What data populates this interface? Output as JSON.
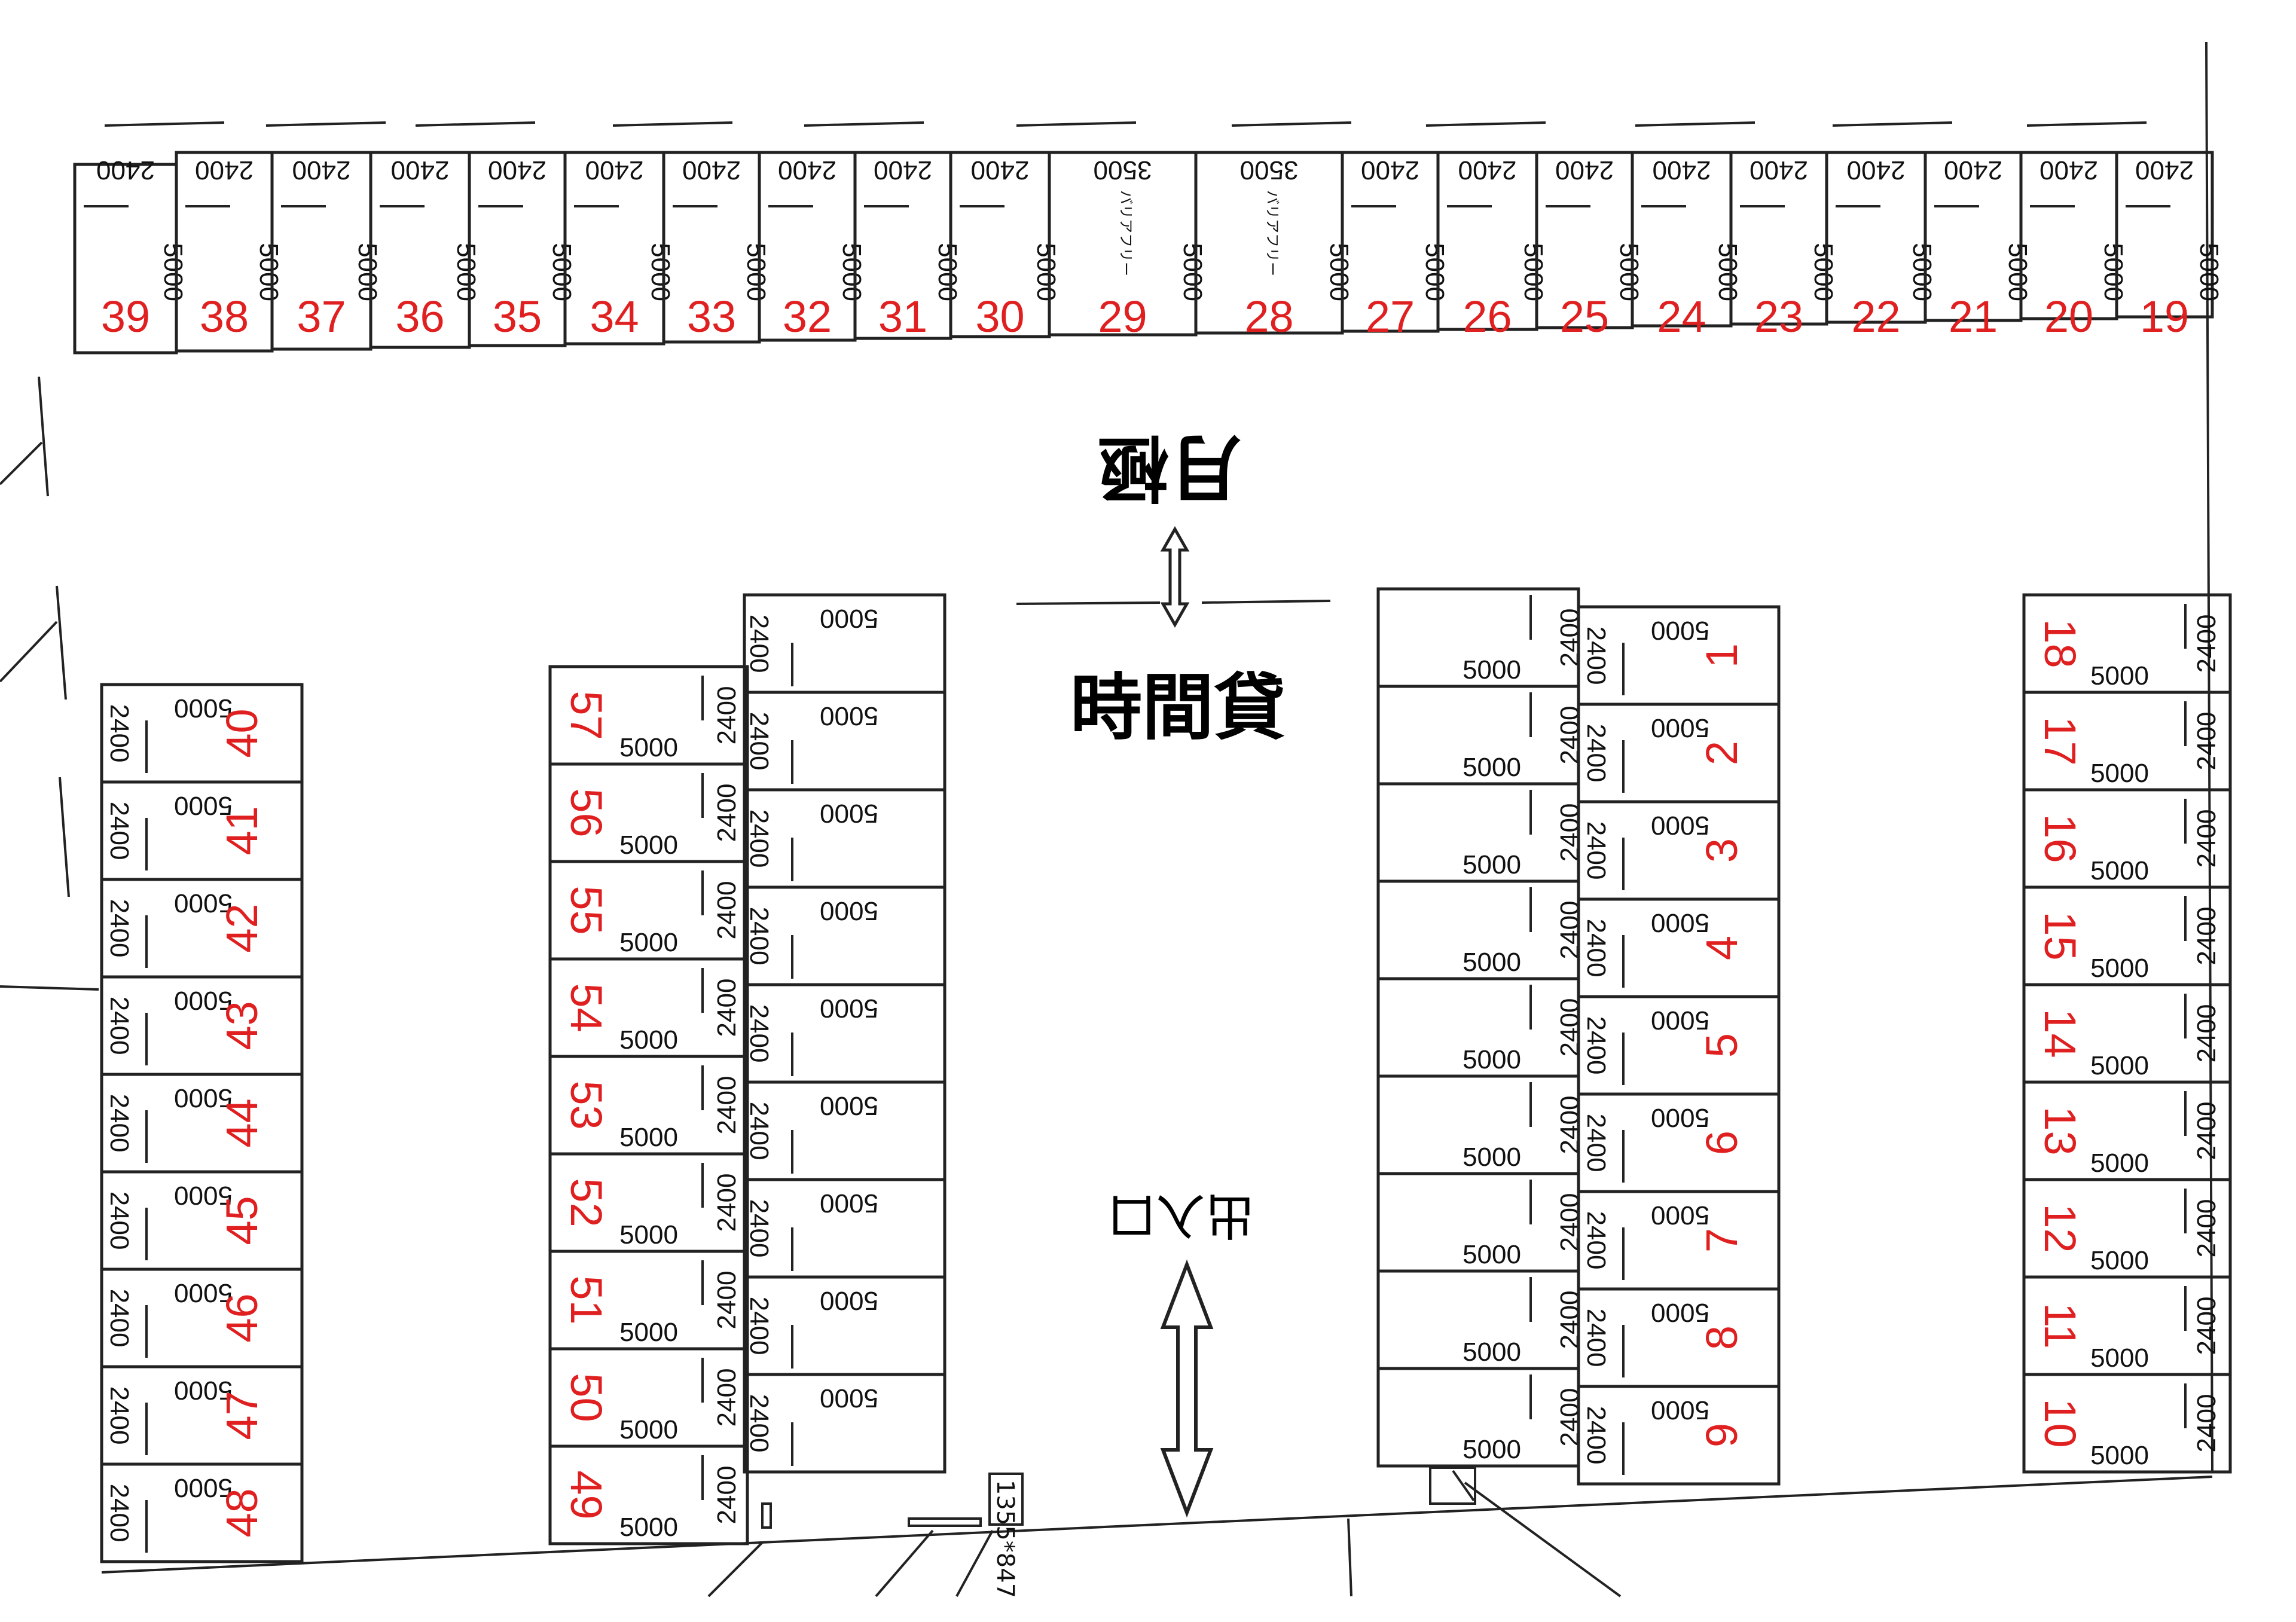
{
  "labels": {
    "monthly": "月極",
    "hourly": "時間貸",
    "entrance": "出入口",
    "barrier_free": "バリアフリー",
    "sign_size": "1355*847"
  },
  "dims": {
    "width_std": "2400",
    "width_wide": "3500",
    "depth": "5000"
  },
  "top_row": [
    "39",
    "38",
    "37",
    "36",
    "35",
    "34",
    "33",
    "32",
    "31",
    "30",
    "29",
    "28",
    "27",
    "26",
    "25",
    "24",
    "23",
    "22",
    "21",
    "20",
    "19"
  ],
  "top_row_wide": [
    "29",
    "28"
  ],
  "left_col": [
    "40",
    "41",
    "42",
    "43",
    "44",
    "45",
    "46",
    "47",
    "48"
  ],
  "center_left": [
    "57",
    "56",
    "55",
    "54",
    "53",
    "52",
    "51",
    "50",
    "49"
  ],
  "center_right": [
    "1",
    "2",
    "3",
    "4",
    "5",
    "6",
    "7",
    "8",
    "9"
  ],
  "right_col": [
    "18",
    "17",
    "16",
    "15",
    "14",
    "13",
    "12",
    "11",
    "10"
  ],
  "colors": {
    "number": "#e02020",
    "line": "#222222"
  }
}
